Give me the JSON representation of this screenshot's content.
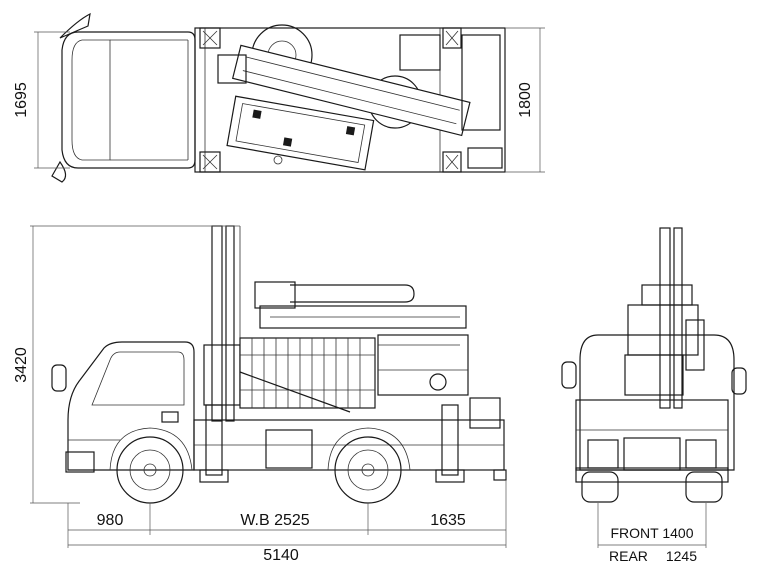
{
  "dimensions": {
    "top_width": "1695",
    "top_body_width": "1800",
    "height": "3420",
    "front_overhang": "980",
    "wheelbase": "W.B 2525",
    "rear_overhang": "1635",
    "overall_length": "5140",
    "front_tread": "FRONT 1400",
    "rear_tread_label": "REAR",
    "rear_tread_value": "1245"
  }
}
